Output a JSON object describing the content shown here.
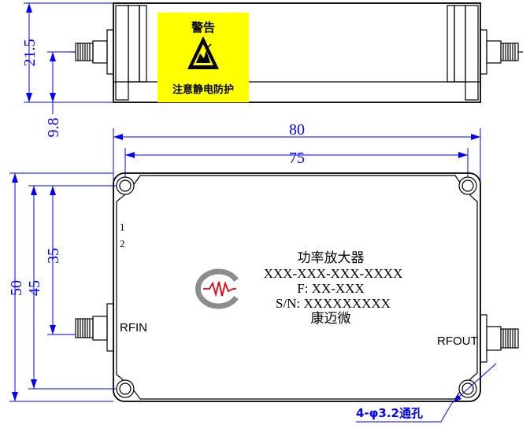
{
  "warning_label": {
    "title": "警告",
    "caption": "注意静电防护",
    "background": "#ffff00"
  },
  "dimensions": {
    "top_height": "21.5",
    "top_connector": "9.8",
    "overall_width": "80",
    "hole_spacing_x": "75",
    "overall_height": "50",
    "hole_spacing_y": "45",
    "connector_offset": "35",
    "holes_note": "4-φ3.2通孔"
  },
  "product_label": {
    "name": "功率放大器",
    "part_number": "XXX-XXX-XXX-XXXX",
    "frequency": "F: XX-XXX",
    "serial": "S/N: XXXXXXXXX",
    "maker": "康迈微"
  },
  "pins": {
    "pin1": "1",
    "pin2": "2"
  },
  "ports": {
    "input": "RFIN",
    "output": "RFOUT"
  },
  "colors": {
    "dimension": "#0000ff",
    "logo_red": "#e60012",
    "logo_gray": "#8c8c8c"
  }
}
